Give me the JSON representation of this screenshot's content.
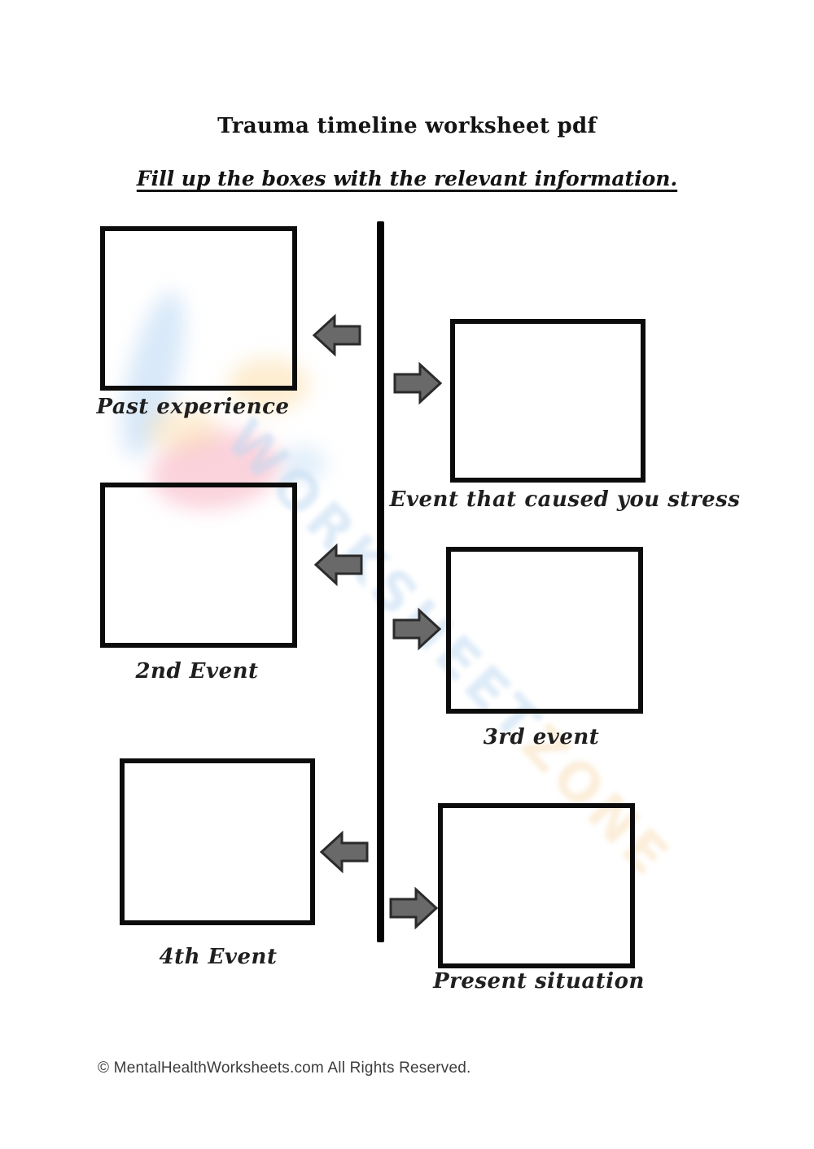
{
  "page": {
    "title": "Trauma timeline worksheet pdf",
    "instruction": "Fill up the boxes with the relevant information.",
    "footer": "© MentalHealthWorksheets.com All Rights Reserved."
  },
  "watermark": {
    "part1": "WORKSHEET",
    "part2": "ZONE"
  },
  "timeline": {
    "left_items": [
      {
        "label": "Past experience"
      },
      {
        "label": "2nd Event"
      },
      {
        "label": "4th Event"
      }
    ],
    "right_items": [
      {
        "label": "Event that caused you stress"
      },
      {
        "label": "3rd event"
      },
      {
        "label": "Present situation"
      }
    ]
  },
  "colors": {
    "box_border": "#0c0c0c",
    "timeline_line": "#050505",
    "arrow_fill": "#696969",
    "arrow_stroke": "#2b2b2b",
    "watermark_blue": "#bcd7f0",
    "watermark_orange": "#f8ddb6"
  }
}
